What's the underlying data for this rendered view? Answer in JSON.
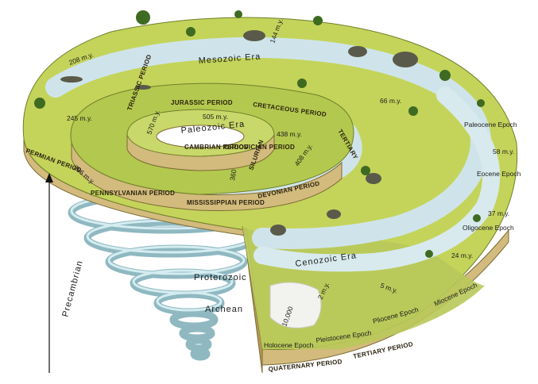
{
  "eras": {
    "mesozoic": "Mesozoic Era",
    "paleozoic": "Paleozoic Era",
    "cenozoic": "Cenozoic Era",
    "proterozoic": "Proterozoic",
    "archean": "Archean",
    "precambrian": "Precambrian"
  },
  "periods": {
    "triassic": "TRIASSIC PERIOD",
    "jurassic": "JURASSIC PERIOD",
    "cretaceous": "CRETACEOUS PERIOD",
    "tertiary_top": "TERTIARY",
    "cambrian": "CAMBRIAN PERIOD",
    "ordovician": "ORDOVICIAN PERIOD",
    "silurian": "SILURIAN",
    "permian": "PERMIAN PERIOD",
    "pennsylvanian": "PENNSYLVANIAN PERIOD",
    "mississippian": "MISSISSIPPIAN PERIOD",
    "devonian": "DEVONIAN PERIOD",
    "quaternary": "QUATERNARY PERIOD",
    "tertiary": "TERTIARY PERIOD"
  },
  "epochs": {
    "paleocene": "Paleocene Epoch",
    "eocene": "Eocene Epoch",
    "oligocene": "Oligocene Epoch",
    "miocene": "Miocene Epoch",
    "pliocene": "Pliocene Epoch",
    "pleistocene": "Pleistocene Epoch",
    "holocene": "Holocene Epoch"
  },
  "ages": {
    "a208": "208 m.y.",
    "a144": "144 m.y.",
    "a245": "245 m.y.",
    "a66": "66 m.y.",
    "a505": "505 m.y.",
    "a570": "570 m.y.",
    "a438": "438 m.y.",
    "a408": "408 m.y.",
    "a360": "360",
    "a286": "286 m.y.",
    "a58": "58 m.y.",
    "a37": "37 m.y.",
    "a24": "24 m.y.",
    "a5": "5 m.y.",
    "a10000": "10,000",
    "a2": "2 m.y."
  },
  "colors": {
    "land": "#c4d45a",
    "land_dark": "#8fae3a",
    "water": "#cfe4ea",
    "edge": "#d9c48a",
    "edge_dark": "#b59a55",
    "coil": "#a9cdd4"
  }
}
